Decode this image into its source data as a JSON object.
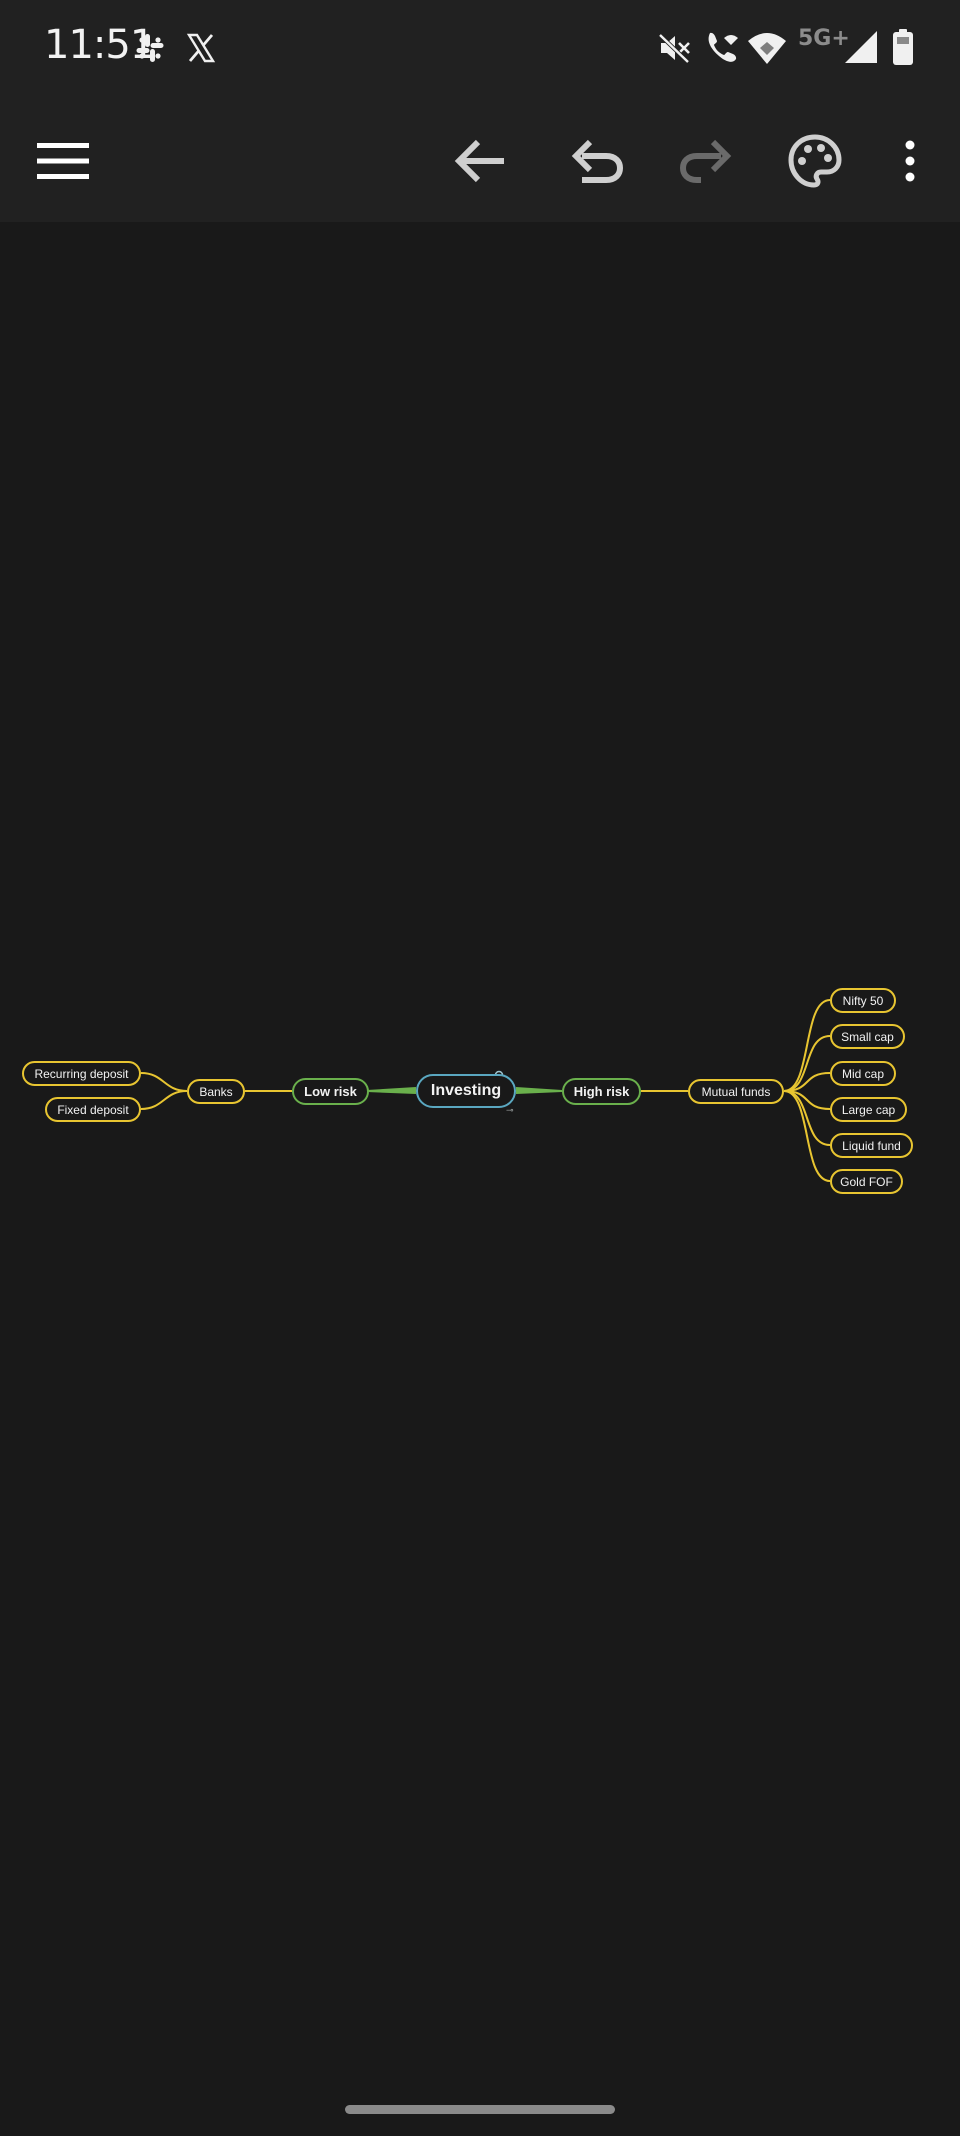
{
  "status_bar": {
    "time": "11:51",
    "notification_icons": [
      "slack-icon",
      "x-icon"
    ],
    "system_icons": [
      "mute-icon",
      "wifi-calling-icon",
      "wifi-icon",
      "signal-icon",
      "battery-icon"
    ],
    "network_label": "5G+"
  },
  "toolbar": {
    "icons": [
      "menu-icon",
      "back-arrow-icon",
      "undo-icon",
      "redo-icon",
      "palette-icon",
      "more-vert-icon"
    ],
    "redo_enabled": false
  },
  "mindmap": {
    "root": "Investing",
    "branches": [
      {
        "label": "Low risk",
        "children": [
          {
            "label": "Banks",
            "children": [
              "Recurring deposit",
              "Fixed deposit"
            ]
          }
        ]
      },
      {
        "label": "High risk",
        "children": [
          {
            "label": "Mutual funds",
            "children": [
              "Nifty 50",
              "Small cap",
              "Mid cap",
              "Large cap",
              "Liquid fund",
              "Gold FOF"
            ]
          }
        ]
      }
    ]
  },
  "colors": {
    "background": "#191919",
    "bars": "#212121",
    "level1": "#6ab04c",
    "level2": "#e8c531",
    "root_border": "#5aa7c0"
  }
}
